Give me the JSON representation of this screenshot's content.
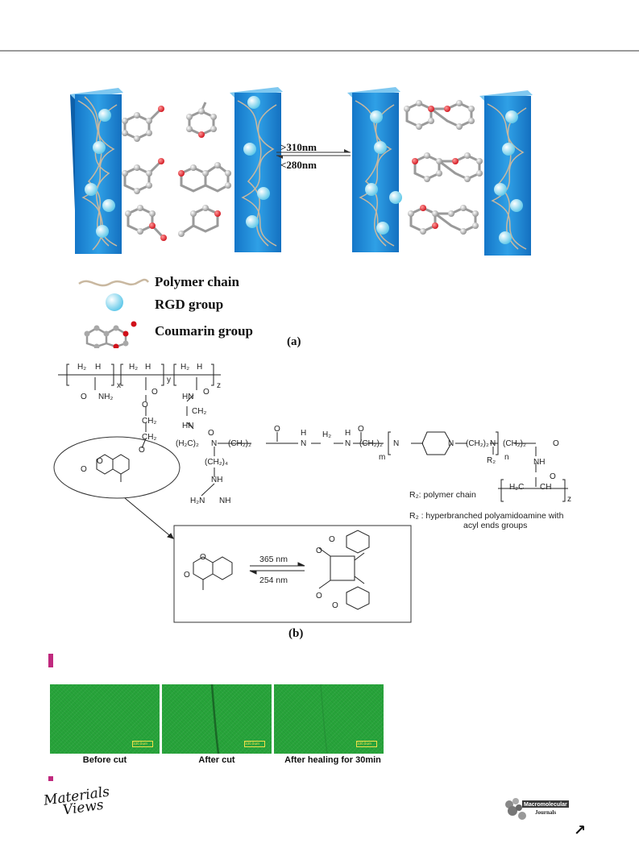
{
  "figure_a": {
    "legend": {
      "polymer_chain": "Polymer chain",
      "rgd_group": "RGD group",
      "coumarin_group": "Coumarin group"
    },
    "arrow_top": ">310nm",
    "arrow_bottom": "<280nm",
    "label": "(a)"
  },
  "figure_b": {
    "label": "(b)",
    "subscripts": {
      "x": "x",
      "y": "y",
      "z": "z",
      "m": "m",
      "n": "n"
    },
    "groups": {
      "h2": "H₂",
      "h": "H",
      "o": "O",
      "nh2": "NH₂",
      "hn": "HN",
      "ch2": "CH₂",
      "h2c2": "(H₂C)₂",
      "n": "N",
      "ch2_2": "(CH₂)₂",
      "ch2_4": "(CH₂)₄",
      "nh": "NH",
      "h2n": "H₂N",
      "r2": "R₂",
      "h2c": "H₂C",
      "ch": "CH"
    },
    "note_1": "R₂: polymer chain",
    "note_2_line1": "R₂ : hyperbranched polyamidoamine with",
    "note_2_line2": "acyl ends groups",
    "reaction": {
      "forward": "365 nm",
      "backward": "254 nm"
    }
  },
  "figure_c": {
    "captions": [
      "Before cut",
      "After cut",
      "After healing for 30min"
    ],
    "scalebar_text": "100.0um"
  },
  "accent_color": "#c0297e"
}
